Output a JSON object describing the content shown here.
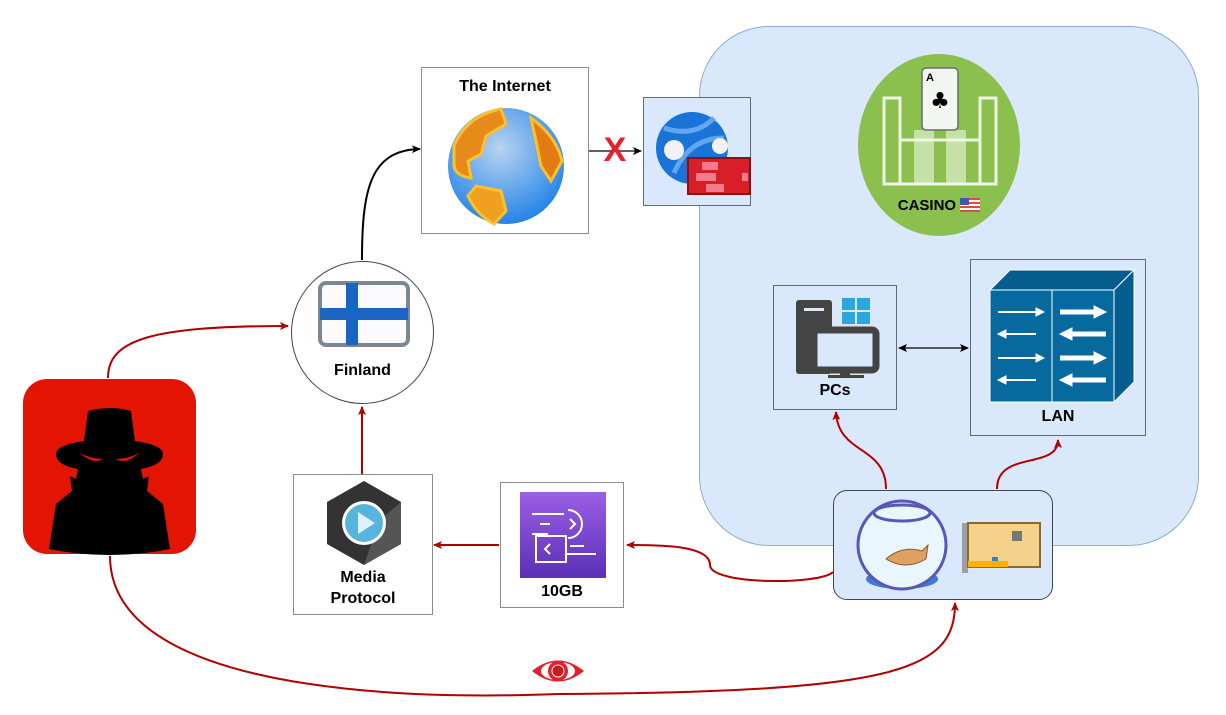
{
  "diagram": {
    "nodes": {
      "attacker": {
        "label": "",
        "icon": "hacker-spy-icon"
      },
      "finland": {
        "label": "Finland",
        "icon": "finland-flag-icon"
      },
      "internet": {
        "label": "The Internet",
        "icon": "globe-icon"
      },
      "firewall": {
        "label": "",
        "icon": "web-firewall-icon"
      },
      "casino": {
        "label": "CASINO",
        "flag": "us-flag-icon",
        "icon": "casino-building-card-icon"
      },
      "pcs": {
        "label": "PCs",
        "icon": "windows-pc-icon"
      },
      "lan": {
        "label": "LAN",
        "icon": "network-switch-icon"
      },
      "fishtank": {
        "label": "",
        "icon": "fish-tank-sensor-icon"
      },
      "data": {
        "label": "10GB",
        "icon": "data-transfer-icon"
      },
      "media": {
        "label_line1": "Media",
        "label_line2": "Protocol",
        "icon": "media-play-icon"
      }
    },
    "edges": [
      {
        "from": "attacker",
        "to": "finland",
        "color": "#b20000"
      },
      {
        "from": "finland",
        "to": "internet",
        "color": "#000000"
      },
      {
        "from": "internet",
        "to": "firewall",
        "color": "#000000",
        "blocked_marker": "X"
      },
      {
        "from": "pcs",
        "to": "lan",
        "color": "#000000",
        "bidirectional": true
      },
      {
        "from": "fishtank",
        "to": "pcs",
        "color": "#b20000"
      },
      {
        "from": "fishtank",
        "to": "lan",
        "color": "#b20000"
      },
      {
        "from": "fishtank",
        "to": "data",
        "color": "#b20000"
      },
      {
        "from": "data",
        "to": "media",
        "color": "#b20000"
      },
      {
        "from": "media",
        "to": "finland",
        "color": "#b20000"
      },
      {
        "from": "attacker",
        "to": "fishtank",
        "color": "#b20000",
        "icon": "eye-surveillance-icon"
      }
    ],
    "blocked_marker": "X",
    "colors": {
      "zone": "#dae8fc",
      "attacker_bg": "#e31402",
      "casino_bg": "#8bc04f",
      "attack_edge": "#b20000",
      "block_x": "#e8202a"
    }
  }
}
